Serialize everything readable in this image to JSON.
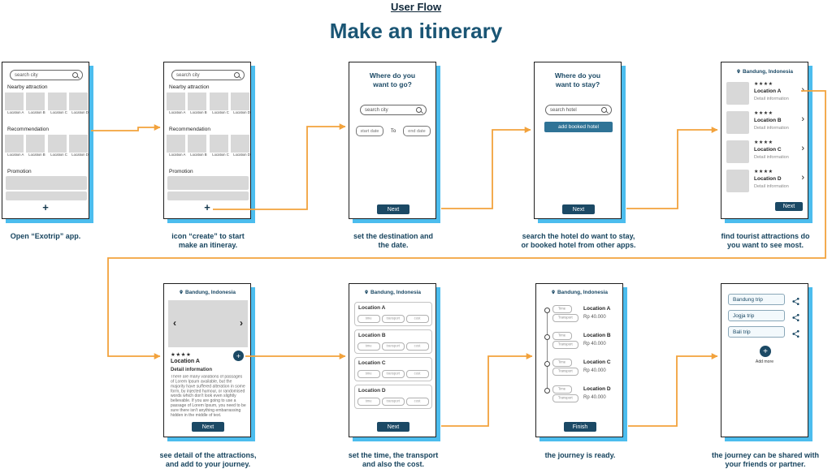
{
  "title": {
    "flow_label": "User Flow",
    "main": "Make an itinerary"
  },
  "colors": {
    "navy": "#1b4965",
    "steel_blue": "#2f7396",
    "arrow_orange": "#f2a23c",
    "shadow_blue": "#4cbdee",
    "placeholder_gray": "#d8d8d8"
  },
  "icons": {
    "chevron_left": "‹",
    "chevron_right": "›"
  },
  "screens": {
    "s1": {
      "search_placeholder": "search city",
      "nearby_label": "Nearby attraction",
      "recommendation_label": "Recommendation",
      "promotion_label": "Promotion",
      "locations": [
        "Location A",
        "Location B",
        "Location C",
        "Location D"
      ],
      "plus_label": "+",
      "caption": "Open “Exotrip” app."
    },
    "s2": {
      "search_placeholder": "search city",
      "nearby_label": "Nearby attraction",
      "recommendation_label": "Recommendation",
      "promotion_label": "Promotion",
      "locations": [
        "Location A",
        "Location B",
        "Location C",
        "Location D"
      ],
      "plus_label": "+",
      "caption": "icon “create” to start\nmake an itineray."
    },
    "s3": {
      "heading": "Where do you\nwant to go?",
      "search_placeholder": "search city",
      "start_date_placeholder": "start date",
      "to_label": "To",
      "end_date_placeholder": "end date",
      "next_label": "Next",
      "caption": "set the destination and\nthe date."
    },
    "s4": {
      "heading": "Where do you\nwant to stay?",
      "search_placeholder": "search hotel",
      "add_hotel_label": "add booked hotel",
      "next_label": "Next",
      "caption": "search the hotel do want to stay,\nor booked hotel from other apps."
    },
    "s5": {
      "location_header": "Bandung, Indonesia",
      "items": [
        {
          "stars": "★★★★",
          "name": "Location A",
          "detail": "Detail information"
        },
        {
          "stars": "★★★★",
          "name": "Location B",
          "detail": "Detail information"
        },
        {
          "stars": "★★★★",
          "name": "Location C",
          "detail": "Detail information"
        },
        {
          "stars": "★★★★",
          "name": "Location D",
          "detail": "Detail information"
        }
      ],
      "next_label": "Next",
      "caption": "find tourist attractions do\nyou want to see most."
    },
    "s6": {
      "location_header": "Bandung, Indonesia",
      "stars": "★★★★",
      "name": "Location A",
      "plus_label": "+",
      "detail_label": "Detail information",
      "description": "There are many variations of passages of Lorem Ipsum available, but the majority have suffered alteration in some form, by injected humour, or randomised words which don't look even slightly believable. If you are going to use a passage of Lorem Ipsum, you need to be sure there isn't anything embarrassing hidden in the middle of text.",
      "next_label": "Next",
      "caption": "see detail of the attractions,\nand add to your journey."
    },
    "s7": {
      "location_header": "Bandung, Indonesia",
      "items": [
        "Location A",
        "Location B",
        "Location C",
        "Location D"
      ],
      "field_placeholders": [
        "time",
        "transport",
        "cost"
      ],
      "next_label": "Next",
      "caption": "set the time, the transport\nand also the cost."
    },
    "s8": {
      "location_header": "Bandung, Indonesia",
      "time_label": "Time",
      "transport_label": "Transport",
      "items": [
        {
          "name": "Location A",
          "price": "Rp 40.000"
        },
        {
          "name": "Location B",
          "price": "Rp 40.000"
        },
        {
          "name": "Location C",
          "price": "Rp 40.000"
        },
        {
          "name": "Location D",
          "price": "Rp 40.000"
        }
      ],
      "finish_label": "Finish",
      "caption": "the journey is ready."
    },
    "s9": {
      "trips": [
        "Bandung trip",
        "Jogja trip",
        "Bali trip"
      ],
      "plus_label": "+",
      "add_more_label": "Add more",
      "caption": "the journey can be shared with\nyour friends or partner."
    }
  }
}
